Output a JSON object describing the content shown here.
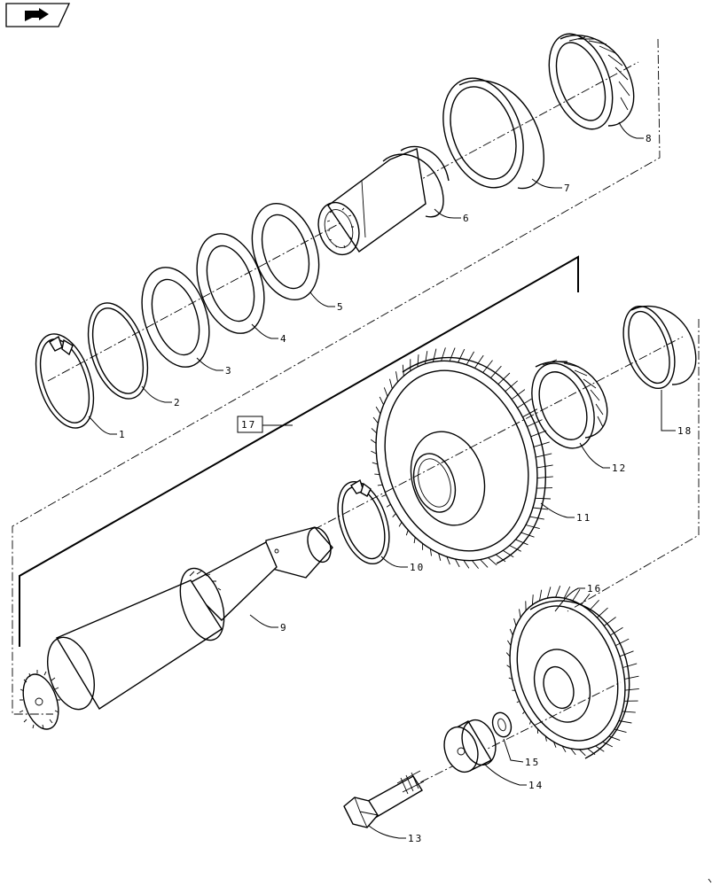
{
  "diagram": {
    "callouts": [
      "1",
      "2",
      "3",
      "4",
      "5",
      "6",
      "7",
      "8",
      "9",
      "10",
      "11",
      "12",
      "13",
      "14",
      "15",
      "16",
      "17",
      "18"
    ],
    "boxed_callout": "17",
    "nav_icon": "book-arrow-icon"
  }
}
